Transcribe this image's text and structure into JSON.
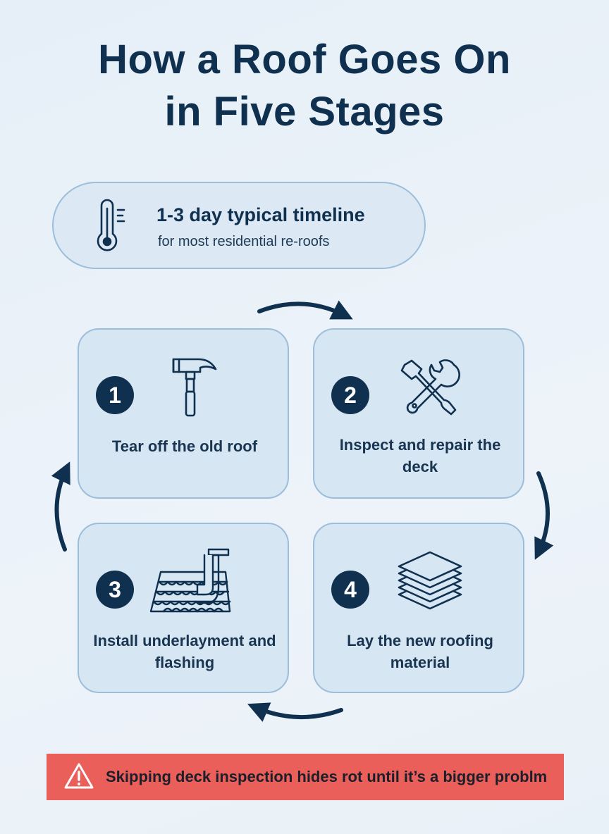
{
  "title": {
    "line1": "How a Roof Goes On",
    "line2": "in Five Stages"
  },
  "timeline": {
    "icon": "thermometer-icon",
    "main": "1-3 day typical timeline",
    "sub": "for most residential re-roofs"
  },
  "steps": [
    {
      "number": "1",
      "icon": "hammer-icon",
      "label": "Tear off the old roof"
    },
    {
      "number": "2",
      "icon": "wrench-screwdriver-icon",
      "label": "Inspect and repair the deck"
    },
    {
      "number": "3",
      "icon": "roof-shingles-vent-icon",
      "label": "Install underlayment and flashing"
    },
    {
      "number": "4",
      "icon": "stacked-layers-icon",
      "label": "Lay the new roofing material"
    }
  ],
  "warning": {
    "icon": "warning-triangle-icon",
    "text": "Skipping deck inspection hides rot until it’s a bigger problm"
  },
  "colors": {
    "background": "#e9f1f8",
    "card": "#d6e6f3",
    "card_border": "#9dbedb",
    "dark_navy": "#10304f",
    "warning_bg": "#ea5f5a"
  }
}
